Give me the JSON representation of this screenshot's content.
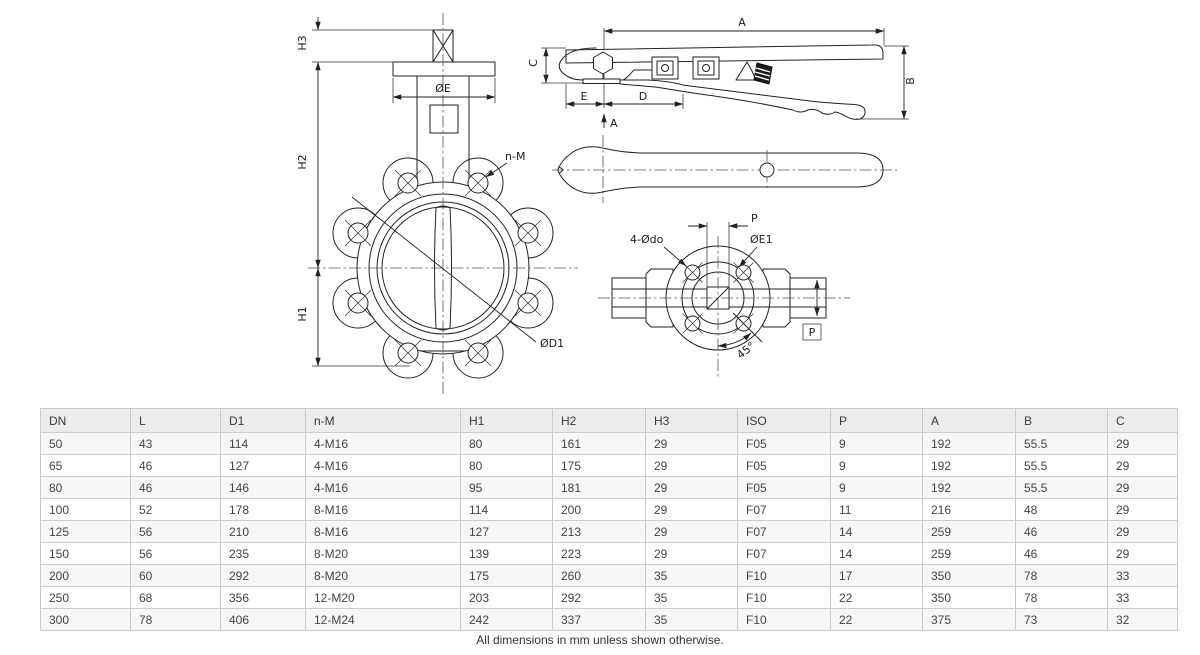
{
  "drawing": {
    "front_view": {
      "h1": "H1",
      "h2": "H2",
      "h3": "H3",
      "stem_dia": "ØE",
      "bolt_pattern": "n-M",
      "bolt_circle_dia": "ØD1"
    },
    "side_view": {
      "length_a": "A",
      "height_b": "B",
      "height_c": "C",
      "dim_d": "D",
      "dim_e": "E",
      "section_mark": "A"
    },
    "mounting_view": {
      "stem_square_p": "P",
      "bolt_holes": "4-Ødo",
      "bolt_circle": "ØE1",
      "hole_angle": "45°",
      "depth_p": "P"
    }
  },
  "table": {
    "columns": [
      "DN",
      "L",
      "D1",
      "n-M",
      "H1",
      "H2",
      "H3",
      "ISO",
      "P",
      "A",
      "B",
      "C"
    ],
    "rows": [
      [
        "50",
        "43",
        "114",
        "4-M16",
        "80",
        "161",
        "29",
        "F05",
        "9",
        "192",
        "55.5",
        "29"
      ],
      [
        "65",
        "46",
        "127",
        "4-M16",
        "80",
        "175",
        "29",
        "F05",
        "9",
        "192",
        "55.5",
        "29"
      ],
      [
        "80",
        "46",
        "146",
        "4-M16",
        "95",
        "181",
        "29",
        "F05",
        "9",
        "192",
        "55.5",
        "29"
      ],
      [
        "100",
        "52",
        "178",
        "8-M16",
        "114",
        "200",
        "29",
        "F07",
        "11",
        "216",
        "48",
        "29"
      ],
      [
        "125",
        "56",
        "210",
        "8-M16",
        "127",
        "213",
        "29",
        "F07",
        "14",
        "259",
        "46",
        "29"
      ],
      [
        "150",
        "56",
        "235",
        "8-M20",
        "139",
        "223",
        "29",
        "F07",
        "14",
        "259",
        "46",
        "29"
      ],
      [
        "200",
        "60",
        "292",
        "8-M20",
        "175",
        "260",
        "35",
        "F10",
        "17",
        "350",
        "78",
        "33"
      ],
      [
        "250",
        "68",
        "356",
        "12-M20",
        "203",
        "292",
        "35",
        "F10",
        "22",
        "350",
        "78",
        "33"
      ],
      [
        "300",
        "78",
        "406",
        "12-M24",
        "242",
        "337",
        "35",
        "F10",
        "22",
        "375",
        "73",
        "32"
      ]
    ]
  },
  "footer": {
    "note": "All dimensions in mm unless shown otherwise."
  },
  "colors": {
    "line": "#222222",
    "table_border": "#cbcbcb",
    "header_bg": "#ececec",
    "row_alt_bg": "#f7f7f7",
    "text": "#444444"
  }
}
